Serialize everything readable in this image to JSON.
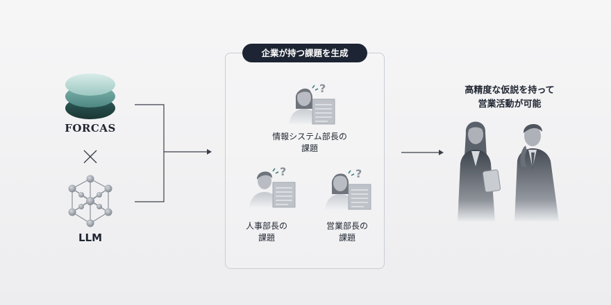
{
  "left": {
    "top_label": "FORCAS",
    "bottom_label": "LLM"
  },
  "center": {
    "title": "企業が持つ課題を生成",
    "roles": [
      {
        "line1": "情報システム部長の",
        "line2": "課題"
      },
      {
        "line1": "人事部長の",
        "line2": "課題"
      },
      {
        "line1": "営業部長の",
        "line2": "課題"
      }
    ]
  },
  "right": {
    "line1": "高精度な仮説を持って",
    "line2": "営業活動が可能"
  },
  "colors": {
    "accent_dark": "#1d2433",
    "teal": "#3f7d79",
    "gray": "#9aa0a8"
  }
}
